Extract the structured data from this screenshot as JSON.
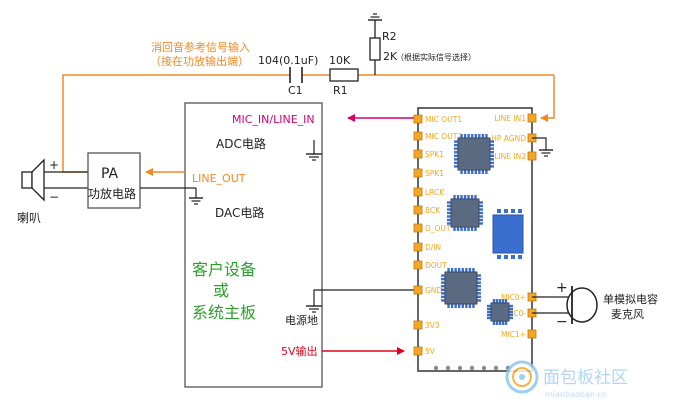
{
  "feedback": {
    "note_line1": "消回音参考信号输入",
    "note_line2": "（接在功放输出端）",
    "c1_value": "104(0.1uF)",
    "c1_name": "C1",
    "r1_value": "10K",
    "r1_name": "R1",
    "r2_name": "R2",
    "r2_value": "2K",
    "r2_note": "（根据实际信号选择）"
  },
  "speaker": {
    "label": "喇叭",
    "plus": "+",
    "minus": "−"
  },
  "pa": {
    "title": "PA",
    "subtitle": "功放电路"
  },
  "customer": {
    "mic_in_label": "MIC_IN/LINE_IN",
    "adc_label": "ADC电路",
    "line_out_label": "LINE_OUT",
    "dac_label": "DAC电路",
    "name_line1": "客户设备",
    "name_line2": "或",
    "name_line3": "系统主板",
    "power_ground_label": "电源地",
    "v5_label": "5V输出"
  },
  "module": {
    "left_pins": [
      "MIC OUT1",
      "MIC OUT2",
      "SPK1",
      "SPK1",
      "LRCK",
      "BCK",
      "D_OUT",
      "D/IN",
      "DOUT",
      "GND",
      "3V3",
      "5V"
    ],
    "right_pins": [
      "LINE IN1",
      "HP AGND",
      "LINE IN2",
      "MIC0+",
      "MIC0-",
      "MIC1+"
    ]
  },
  "microphone": {
    "label_line1": "单模拟电容",
    "label_line2": "麦克风",
    "plus": "+",
    "minus": "−"
  },
  "watermark": {
    "text": "面包板社区",
    "subtext": "mianbaoban.cn"
  },
  "colors": {
    "orange": "#f08a24",
    "magenta": "#d6006f",
    "red": "#e3001b",
    "green": "#2ca02c",
    "chip_blue": "#3a6fd0",
    "pad_orange": "#f5a623"
  }
}
